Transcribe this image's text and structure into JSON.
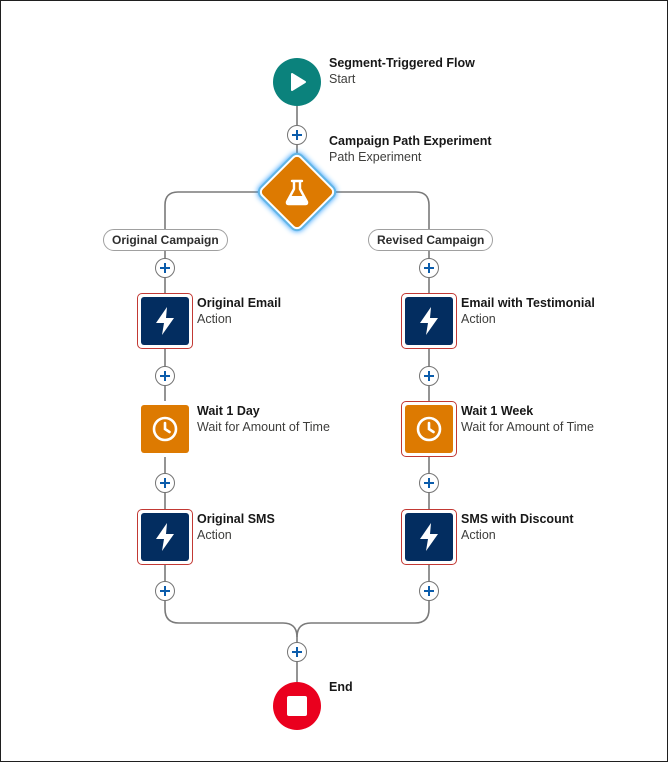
{
  "flow": {
    "start": {
      "title": "Segment-Triggered Flow",
      "subtitle": "Start",
      "icon": "play-icon",
      "color": "#0b827c"
    },
    "experiment": {
      "title": "Campaign Path Experiment",
      "subtitle": "Path Experiment",
      "icon": "flask-icon",
      "color": "#dd7a01"
    },
    "branches": [
      {
        "label": "Original Campaign",
        "steps": [
          {
            "title": "Original Email",
            "subtitle": "Action",
            "kind": "action",
            "icon": "lightning-icon"
          },
          {
            "title": "Wait 1 Day",
            "subtitle": "Wait for Amount of Time",
            "kind": "wait",
            "icon": "clock-icon"
          },
          {
            "title": "Original SMS",
            "subtitle": "Action",
            "kind": "action",
            "icon": "lightning-icon"
          }
        ]
      },
      {
        "label": "Revised Campaign",
        "steps": [
          {
            "title": "Email with Testimonial",
            "subtitle": "Action",
            "kind": "action",
            "icon": "lightning-icon"
          },
          {
            "title": "Wait 1 Week",
            "subtitle": "Wait for Amount of Time",
            "kind": "wait",
            "icon": "clock-icon"
          },
          {
            "title": "SMS with Discount",
            "subtitle": "Action",
            "kind": "action",
            "icon": "lightning-icon"
          }
        ]
      }
    ],
    "end": {
      "title": "End",
      "icon": "stop-icon",
      "color": "#ea001e"
    }
  },
  "colors": {
    "action": "#032d60",
    "wait": "#dd7a01",
    "connector": "#7a7a7a",
    "plus": "#0b5cab",
    "error_outline": "#c23934"
  }
}
